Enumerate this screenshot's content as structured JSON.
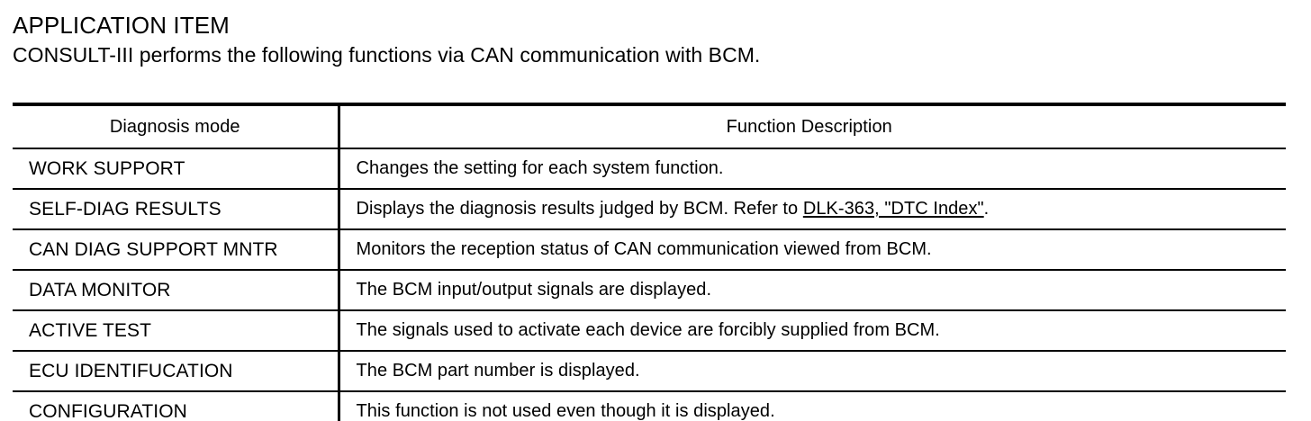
{
  "document": {
    "title": "APPLICATION ITEM",
    "subtitle": "CONSULT-III performs the following functions via CAN communication with BCM."
  },
  "table": {
    "columns": [
      {
        "key": "mode",
        "header": "Diagnosis mode"
      },
      {
        "key": "description",
        "header": "Function Description"
      }
    ],
    "rows": [
      {
        "mode": "WORK SUPPORT",
        "description": "Changes the setting for each system function."
      },
      {
        "mode": "SELF-DIAG RESULTS",
        "description_prefix": "Displays the diagnosis results judged by BCM. Refer to ",
        "description_link": "DLK-363, \"DTC Index\"",
        "description_suffix": "."
      },
      {
        "mode": "CAN DIAG SUPPORT MNTR",
        "description": "Monitors the reception status of CAN communication viewed from BCM."
      },
      {
        "mode": "DATA MONITOR",
        "description": "The BCM input/output signals are displayed."
      },
      {
        "mode": "ACTIVE TEST",
        "description": "The signals used to activate each device are forcibly supplied from BCM."
      },
      {
        "mode": "ECU IDENTIFUCATION",
        "description": "The BCM part number is displayed."
      },
      {
        "mode": "CONFIGURATION",
        "description": "This function is not used even though it is displayed."
      }
    ]
  },
  "colors": {
    "text": "#000000",
    "background": "#ffffff",
    "rule": "#000000"
  }
}
